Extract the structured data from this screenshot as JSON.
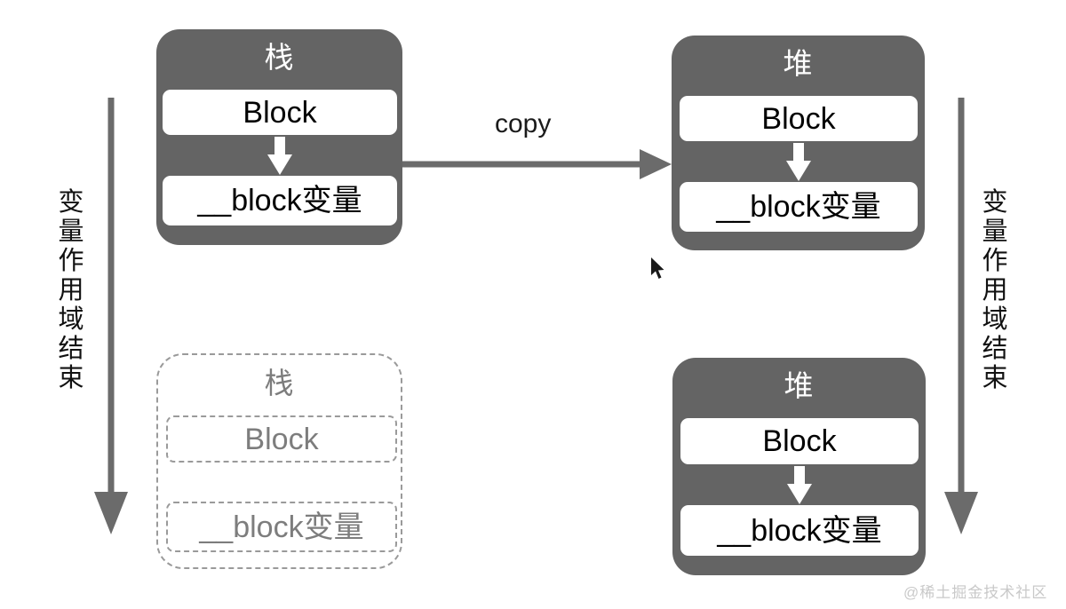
{
  "diagram": {
    "title_visible": false,
    "colors": {
      "region_fill": "#646464",
      "region_title_text": "#ffffff",
      "slot_fill": "#ffffff",
      "slot_text": "#000000",
      "ghost_stroke": "#9a9a9a",
      "ghost_text": "#7d7d7d",
      "arrow_gray": "#6b6b6b",
      "background": "#ffffff",
      "watermark": "#c9c9c9"
    },
    "regions": [
      {
        "id": "stack-live",
        "title": "栈",
        "state": "solid",
        "slots": [
          {
            "label": "Block"
          },
          {
            "label": "__block变量"
          }
        ],
        "has_inner_arrow": true
      },
      {
        "id": "heap-live",
        "title": "堆",
        "state": "solid",
        "slots": [
          {
            "label": "Block"
          },
          {
            "label": "__block变量"
          }
        ],
        "has_inner_arrow": true
      },
      {
        "id": "stack-destroyed",
        "title": "栈",
        "state": "ghost",
        "slots": [
          {
            "label": "Block"
          },
          {
            "label": "__block变量"
          }
        ],
        "has_inner_arrow": false
      },
      {
        "id": "heap-survives",
        "title": "堆",
        "state": "solid",
        "slots": [
          {
            "label": "Block"
          },
          {
            "label": "__block变量"
          }
        ],
        "has_inner_arrow": true
      }
    ],
    "copy_arrow": {
      "label": "copy",
      "from": "stack-live",
      "to": "heap-live"
    },
    "scope_arrows": [
      {
        "id": "scope-left",
        "label": "变量作用域结束",
        "direction": "down"
      },
      {
        "id": "scope-right",
        "label": "变量作用域结束",
        "direction": "down"
      }
    ],
    "watermark": "@稀土掘金技术社区"
  }
}
